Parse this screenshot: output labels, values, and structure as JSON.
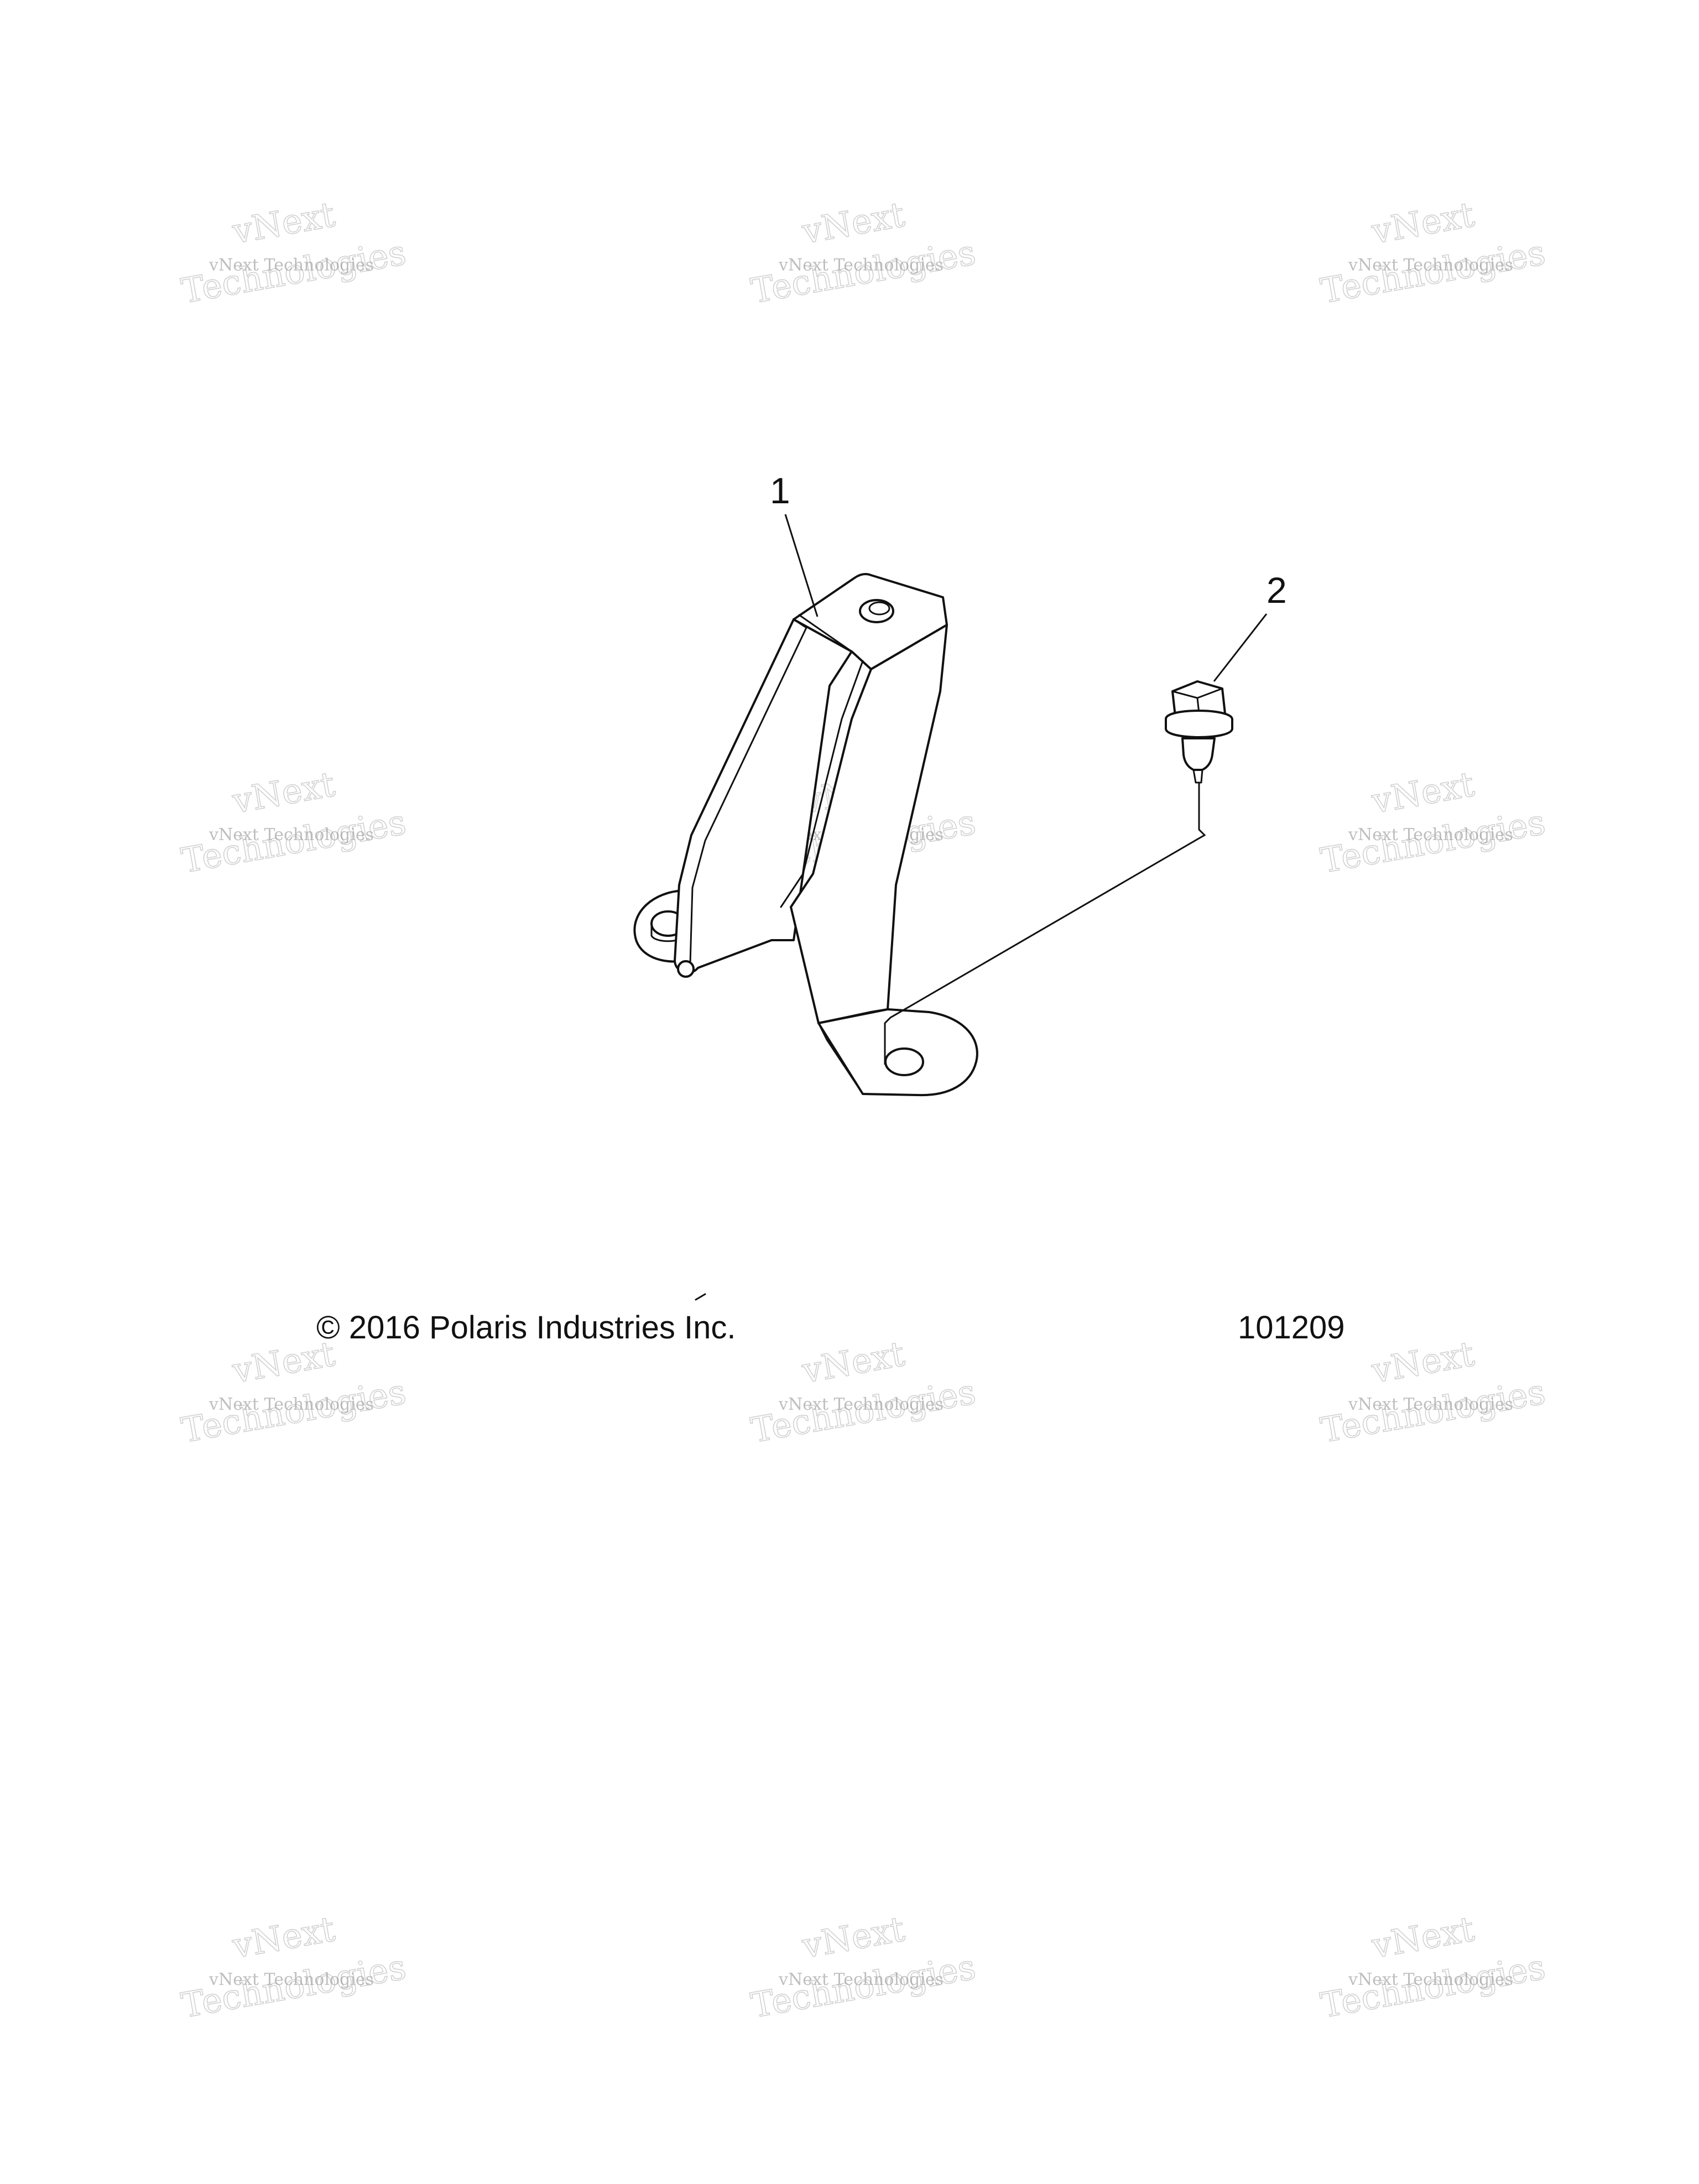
{
  "watermark": {
    "line1": "vNext",
    "line2": "vNext Technologies",
    "line3": "Technologies"
  },
  "callouts": [
    {
      "label": "1"
    },
    {
      "label": "2"
    }
  ],
  "footer": {
    "copyright": "© 2016 Polaris Industries Inc.",
    "figure_number": "101209"
  }
}
